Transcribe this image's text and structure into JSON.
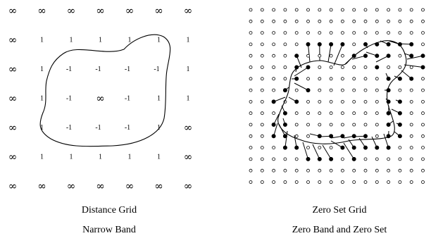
{
  "left_panel": {
    "grid_values": [
      [
        "∞",
        "∞",
        "∞",
        "∞",
        "∞",
        "∞",
        "∞"
      ],
      [
        "∞",
        "1",
        "1",
        "1",
        "1",
        "1",
        "1"
      ],
      [
        "∞",
        "1",
        "-1",
        "-1",
        "-1",
        "-1",
        "1"
      ],
      [
        "∞",
        "1",
        "-1",
        "∞",
        "-1",
        "1",
        "1"
      ],
      [
        "∞",
        "1",
        "-1",
        "-1",
        "-1",
        "1",
        "∞"
      ],
      [
        "∞",
        "1",
        "1",
        "1",
        "1",
        "1",
        "∞"
      ],
      [
        "∞",
        "∞",
        "∞",
        "∞",
        "∞",
        "∞",
        "∞"
      ]
    ],
    "caption_line1": "Distance Grid",
    "caption_line2": "Narrow Band"
  },
  "right_panel": {
    "grid_rows": 16,
    "grid_cols": 16,
    "caption_line1": "Zero Set Grid",
    "caption_line2": "Zero Band and Zero Set"
  }
}
